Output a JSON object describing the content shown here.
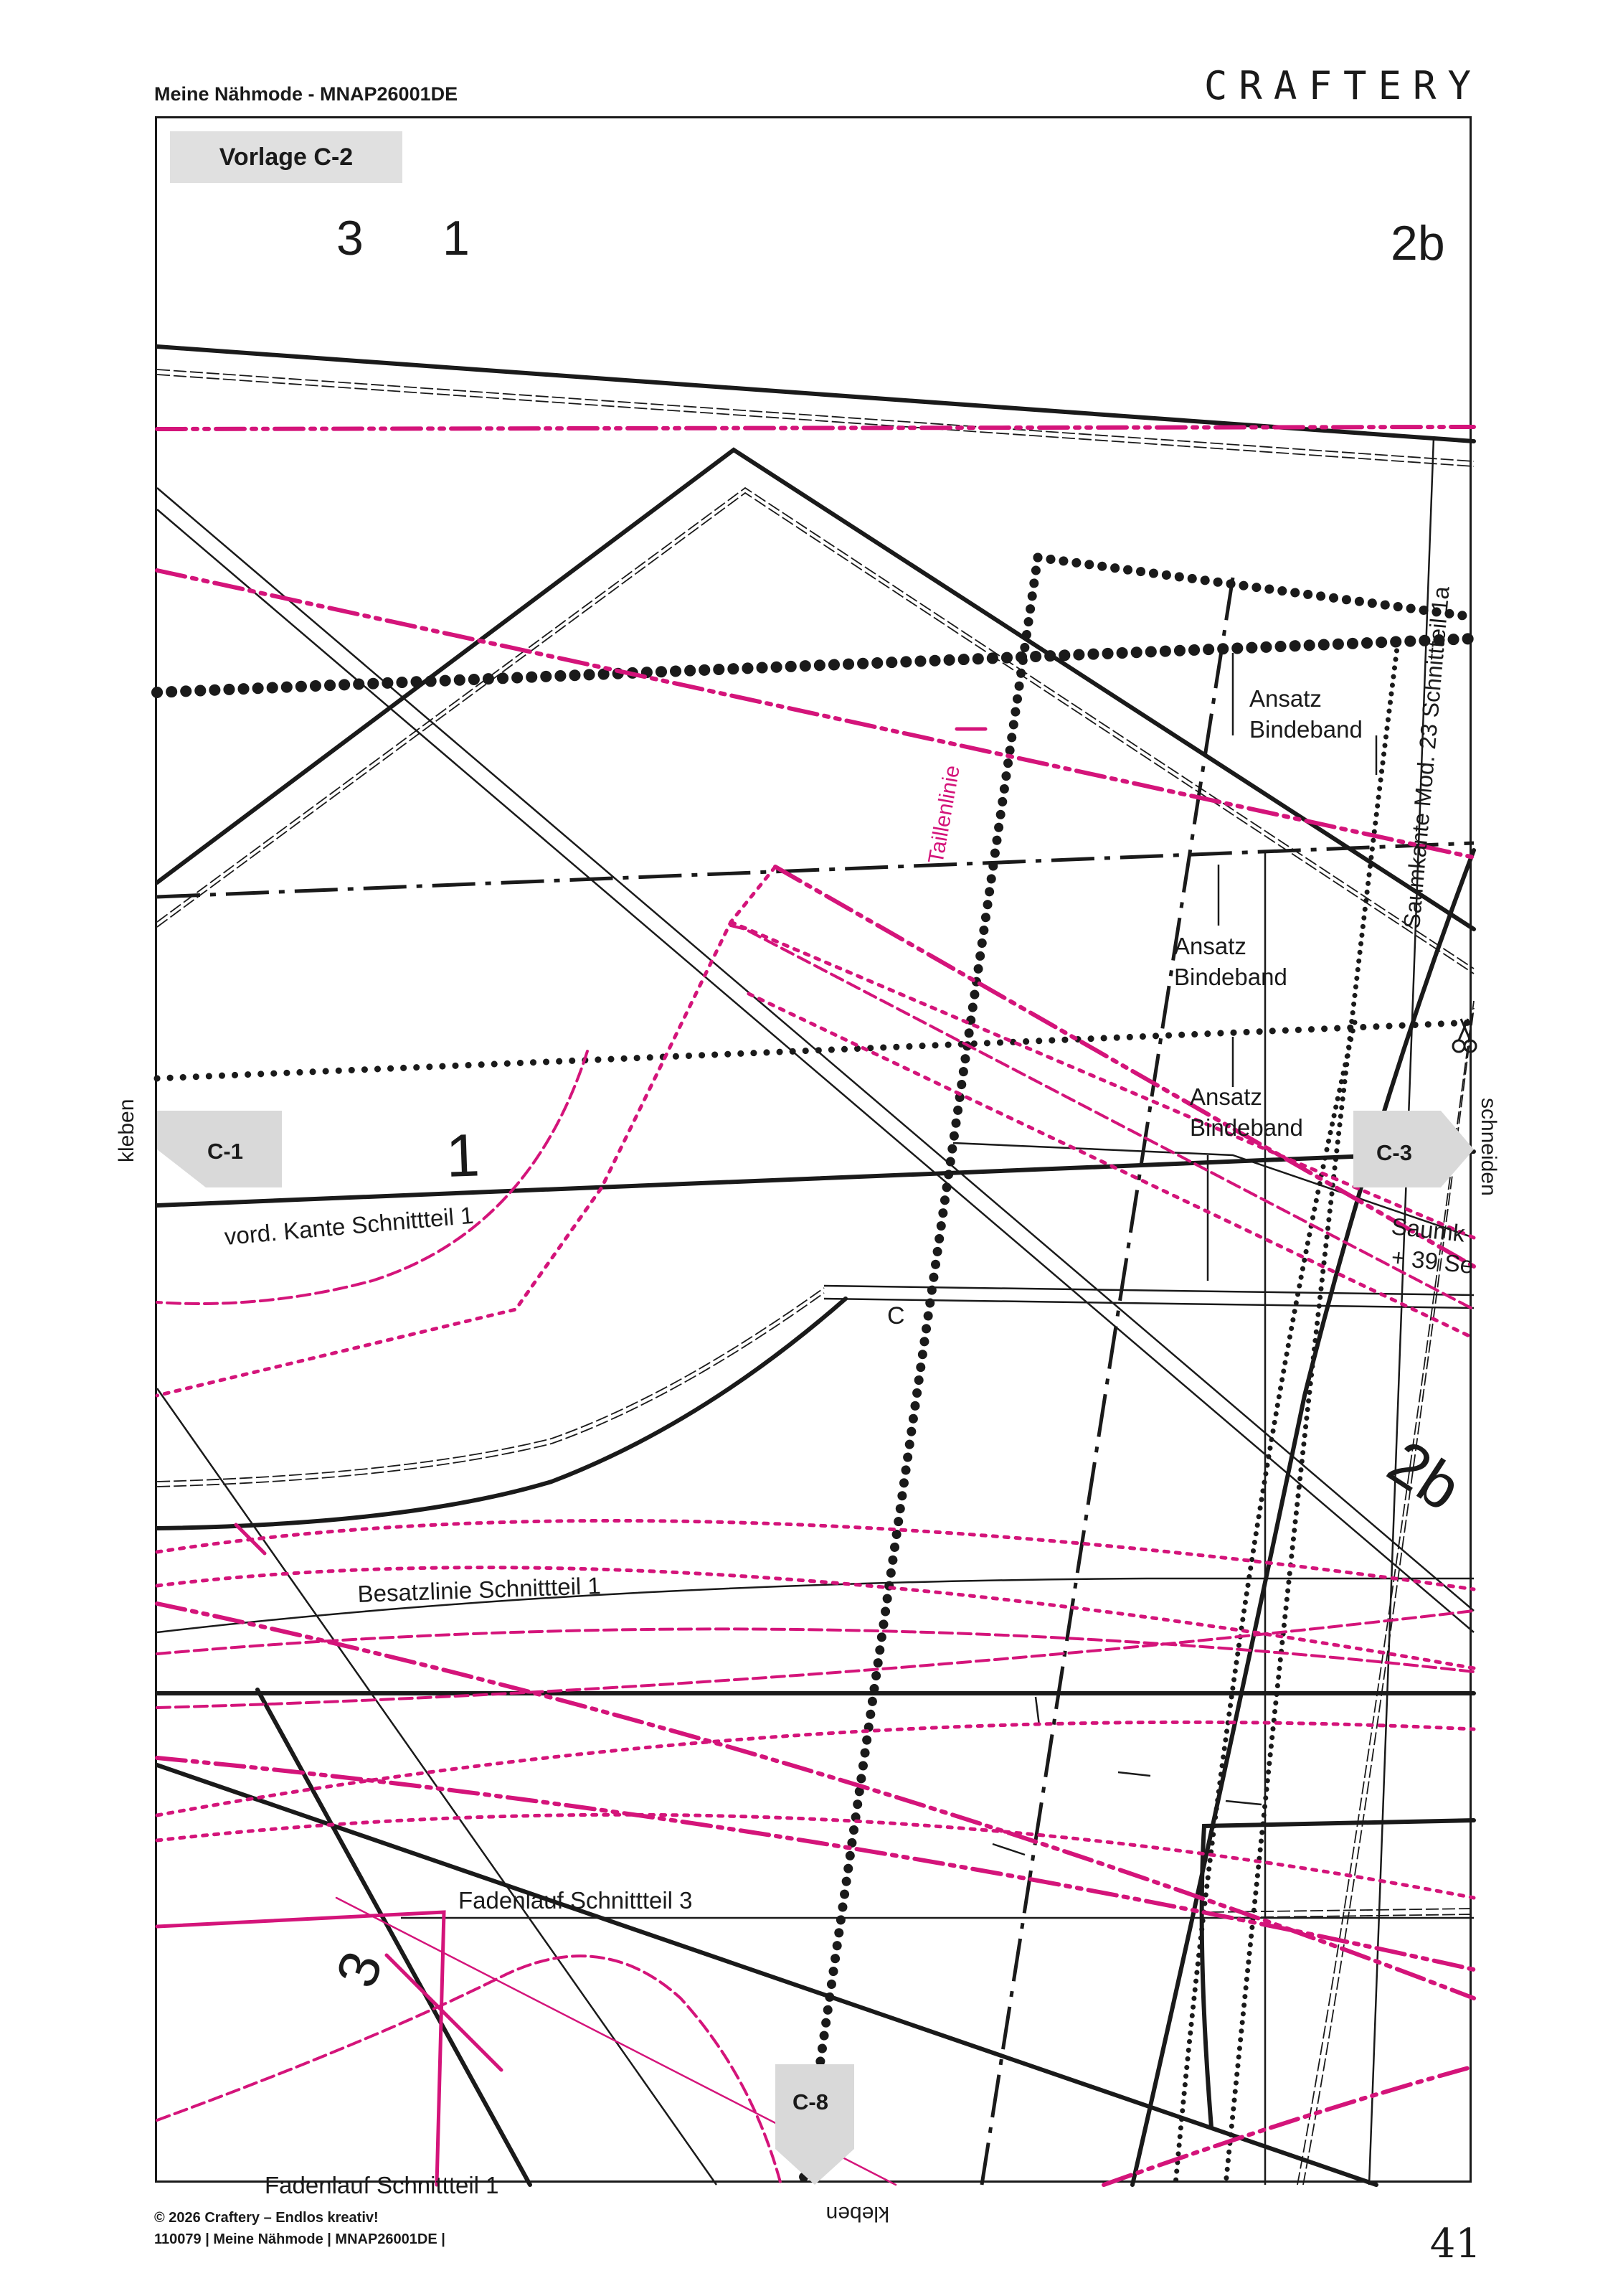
{
  "header": {
    "left": "Meine Nähmode - MNAP26001DE",
    "brand": "CRAFTERY"
  },
  "sheet": {
    "label": "Vorlage C-2"
  },
  "pieces": {
    "top_3": "3",
    "top_1": "1",
    "top_2b": "2b",
    "mid_1": "1",
    "mid_2b": "2b",
    "bot_3": "3",
    "point_c": "C"
  },
  "labels": {
    "taillenlinie": "Taillenlinie",
    "ansatz1_a": "Ansatz",
    "ansatz1_b": "Bindeband",
    "ansatz2_a": "Ansatz",
    "ansatz2_b": "Bindeband",
    "ansatz3_a": "Ansatz",
    "ansatz3_b": "Bindeband",
    "saumkante_vert": "Saumkante Mod. 23 Schnittteil 1a",
    "saum_a": "Saumk",
    "saum_b": "+ 39 Se",
    "vord_kante": "vord. Kante Schnittteil 1",
    "besatzlinie": "Besatzlinie Schnittteil 1",
    "fadenlauf3": "Fadenlauf Schnittteil 3",
    "fadenlauf1": "Fadenlauf Schnittteil 1"
  },
  "connectors": {
    "left": "C-1",
    "right": "C-3",
    "bottom": "C-8"
  },
  "edges": {
    "left": "kleben",
    "right": "schneiden",
    "bottom": "kleben"
  },
  "footer": {
    "line1": "© 2026 Craftery – Endlos kreativ!",
    "line2": "110079 | Meine Nähmode | MNAP26001DE |"
  },
  "page_number": "41",
  "colors": {
    "ink": "#1a1a1a",
    "magenta": "#d4147a",
    "tab_grey": "#d9d9d9"
  },
  "icons": {
    "scissors": "scissors-icon"
  }
}
